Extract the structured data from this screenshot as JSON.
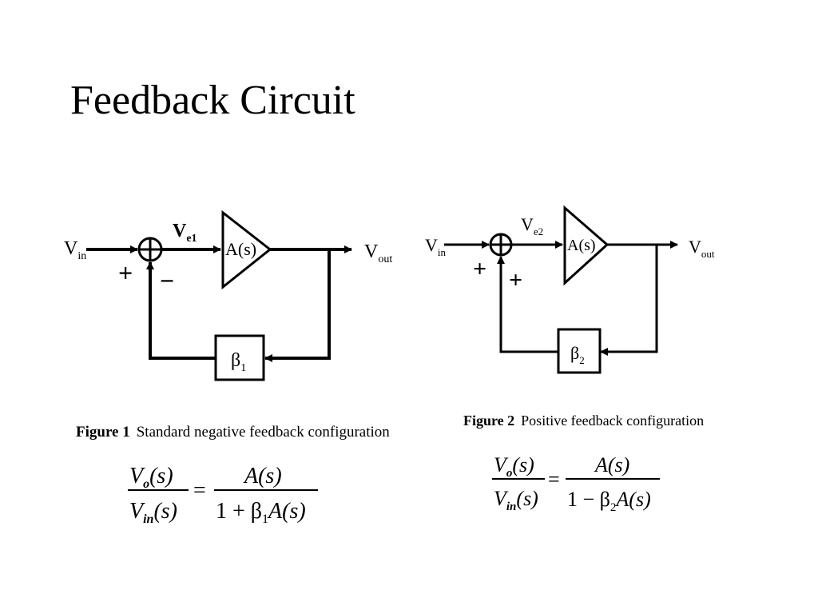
{
  "slide": {
    "title": "Feedback Circuit"
  },
  "fig1": {
    "vin_main": "V",
    "vin_sub": "in",
    "ve_main": "V",
    "ve_sub": "e1",
    "vout_main": "V",
    "vout_sub": "out",
    "amp_label": "A(s)",
    "beta_main": "β",
    "beta_sub": "1",
    "sign_input": "+",
    "sign_feedback": "−",
    "caption_number": "Figure 1",
    "caption_text": "Standard negative feedback configuration",
    "eq_num_main": "V",
    "eq_num_sub": "o",
    "eq_num_arg": "(s)",
    "eq_den_main": "V",
    "eq_den_sub": "in",
    "eq_den_arg": "(s)",
    "eq_equals": "=",
    "eq_rhs_num": "A(s)",
    "eq_rhs_den_pre": "1 + β",
    "eq_rhs_den_sub": "1",
    "eq_rhs_den_post": "A(s)"
  },
  "fig2": {
    "vin_main": "V",
    "vin_sub": "in",
    "ve_main": "V",
    "ve_sub": "e2",
    "vout_main": "V",
    "vout_sub": "out",
    "amp_label": "A(s)",
    "beta_main": "β",
    "beta_sub": "2",
    "sign_input": "+",
    "sign_feedback": "+",
    "caption_number": "Figure 2",
    "caption_text": "Positive feedback configuration",
    "eq_num_main": "V",
    "eq_num_sub": "o",
    "eq_num_arg": "(s)",
    "eq_den_main": "V",
    "eq_den_sub": "in",
    "eq_den_arg": "(s)",
    "eq_equals": "=",
    "eq_rhs_num": "A(s)",
    "eq_rhs_den_pre": "1 − β",
    "eq_rhs_den_sub": "2",
    "eq_rhs_den_post": "A(s)"
  }
}
